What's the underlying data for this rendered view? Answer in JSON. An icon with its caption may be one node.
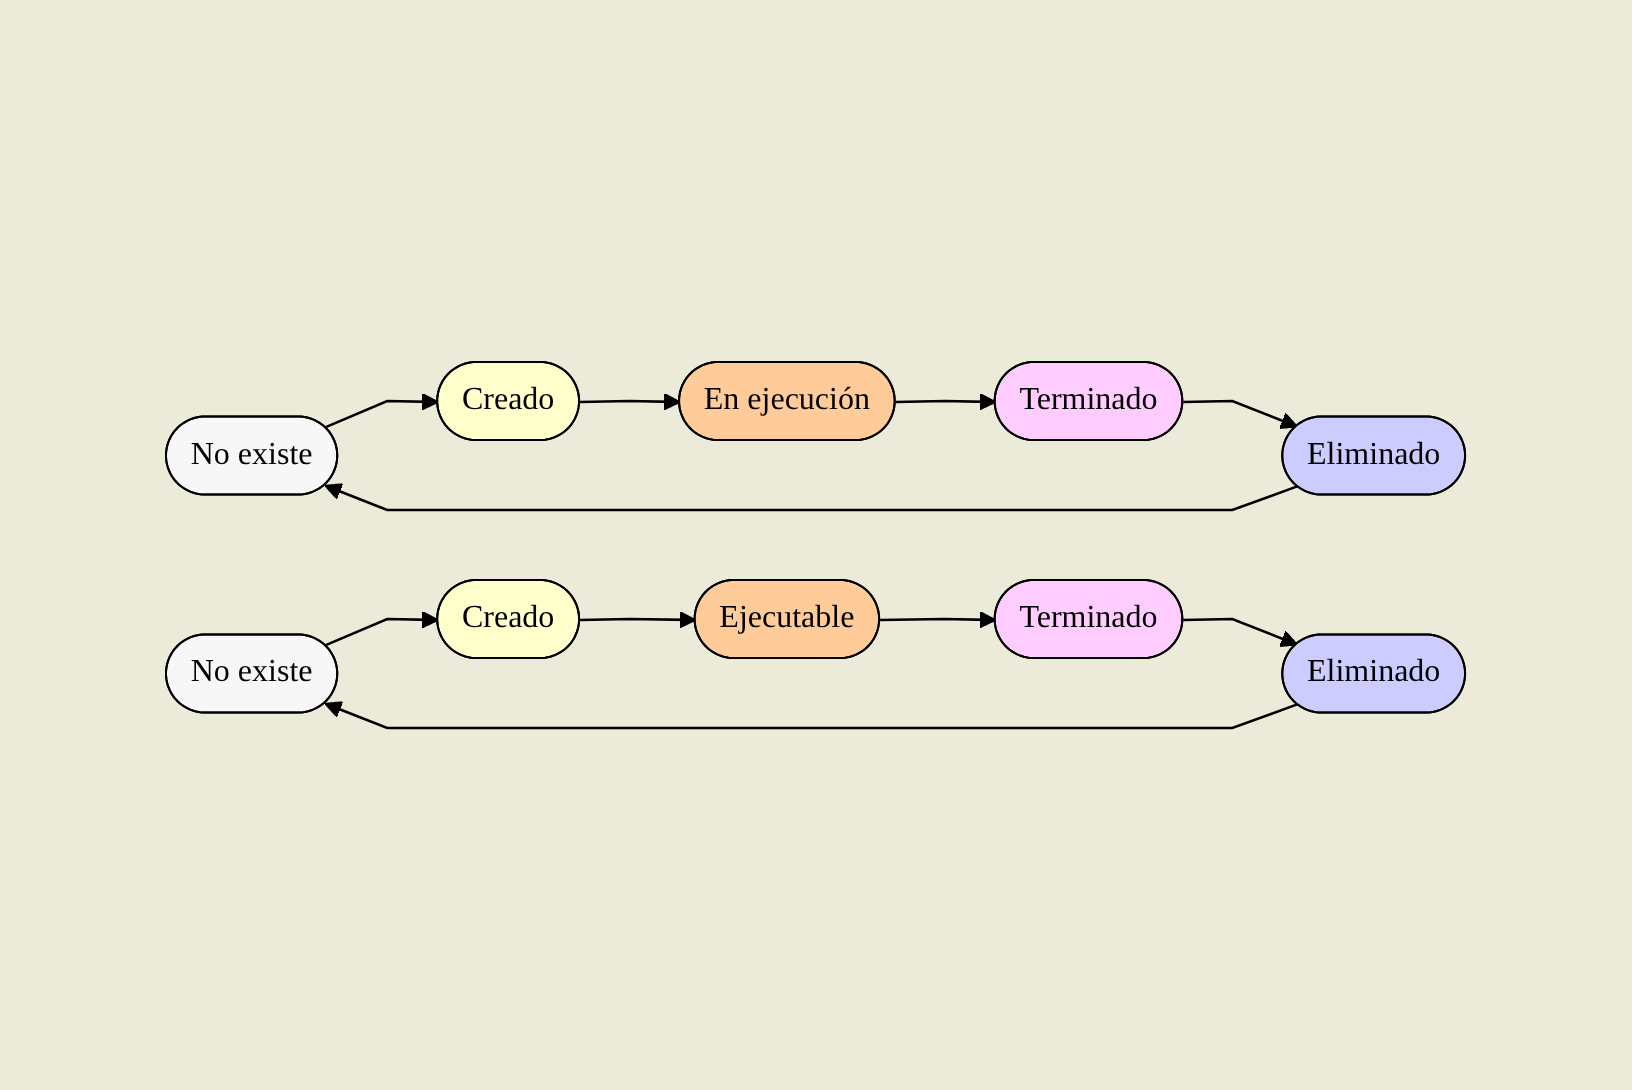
{
  "diagram": {
    "nodes": [
      {
        "text": [
          "No existe"
        ]
      },
      {
        "text": [
          "No existe"
        ]
      },
      {
        "text": [
          "Creado"
        ]
      },
      {
        "text": [
          "Creado"
        ]
      },
      {
        "text": [
          "Eliminado"
        ]
      },
      {
        "text": [
          "Eliminado"
        ]
      },
      {
        "text": [
          "En ejecución"
        ]
      },
      {
        "text": [
          "Ejecutable"
        ]
      },
      {
        "text": [
          "Terminado"
        ]
      },
      {
        "text": [
          "Terminado"
        ]
      }
    ],
    "edges": [
      {
        "from": 0,
        "to": 2,
        "arrow": "to"
      },
      {
        "from": 2,
        "to": 6,
        "arrow": "to"
      },
      {
        "from": 6,
        "to": 8,
        "arrow": "to"
      },
      {
        "from": 8,
        "to": 4,
        "arrow": "to"
      },
      {
        "from": 4,
        "to": 0,
        "arrow": "to"
      },
      {
        "from": 1,
        "to": 3,
        "arrow": "to"
      },
      {
        "from": 3,
        "to": 7,
        "arrow": "to"
      },
      {
        "from": 7,
        "to": 9,
        "arrow": "to"
      },
      {
        "from": 9,
        "to": 5,
        "arrow": "to"
      },
      {
        "from": 5,
        "to": 1,
        "arrow": "to"
      }
    ]
  }
}
